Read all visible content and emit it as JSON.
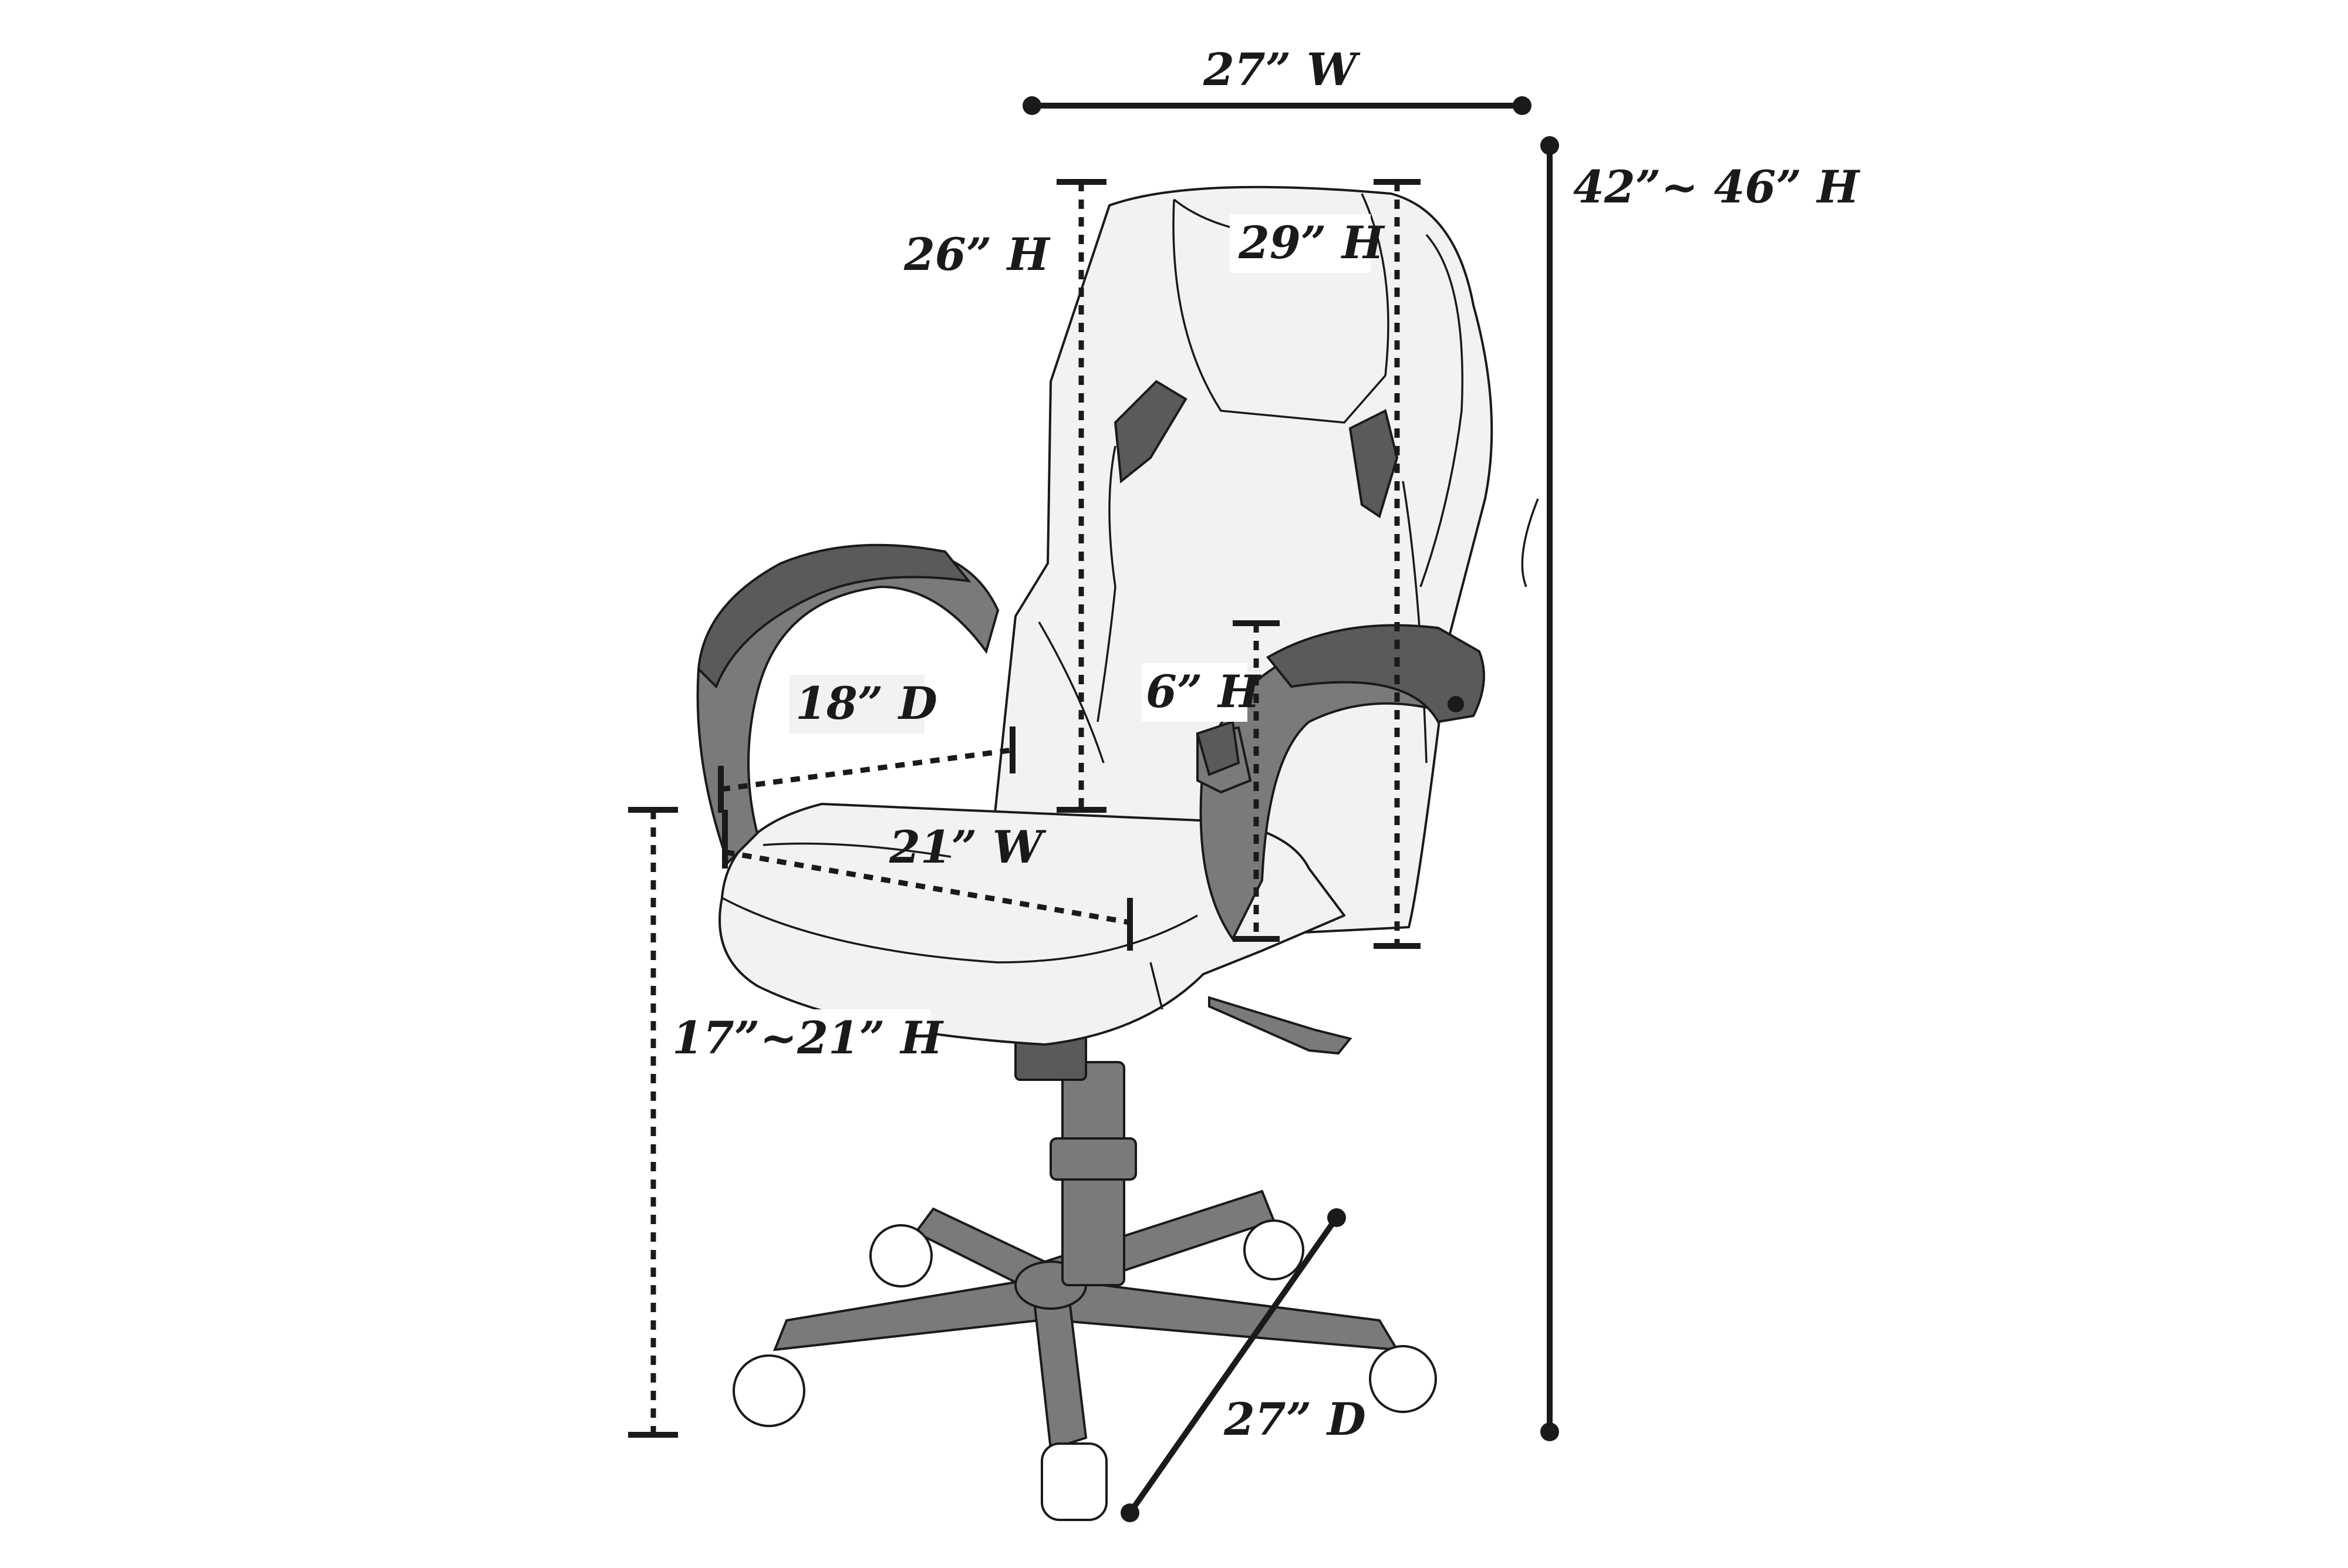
{
  "dimensions": {
    "overall_width": "27” W",
    "overall_height": "42”~ 46” H",
    "back_height": "26” H",
    "back_height_with_headrest": "29” H",
    "armrest_height": "6” H",
    "seat_depth": "18” D",
    "seat_width": "21” W",
    "seat_height": "17”~21” H",
    "base_depth": "27” D"
  },
  "colors": {
    "line": "#1a1a1a",
    "upholstery": "#f2f2f2",
    "armrest_pad": "#5a5a5a",
    "base": "#7a7a7a"
  }
}
